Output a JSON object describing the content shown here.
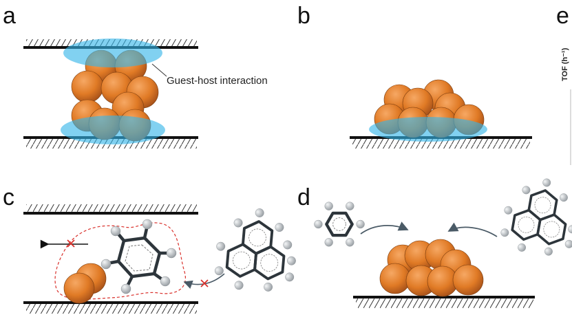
{
  "panels": {
    "a": {
      "letter": "a",
      "annotation": "Guest-host interaction"
    },
    "b": {
      "letter": "b"
    },
    "c": {
      "letter": "c"
    },
    "d": {
      "letter": "d"
    },
    "e": {
      "letter": "e",
      "axis_fragment": "TOF (h⁻¹)"
    }
  },
  "colors": {
    "particle": "#e07a25",
    "interaction_zone": "#34b5e8",
    "plate": "#111111",
    "blocked_marker": "#d9302b",
    "confinement_outline": "#d9302b",
    "carbon": "#3a444c",
    "hydrogen": "#c4c9cd"
  },
  "molecules": {
    "small": "benzene",
    "large": "phenanthrene"
  }
}
